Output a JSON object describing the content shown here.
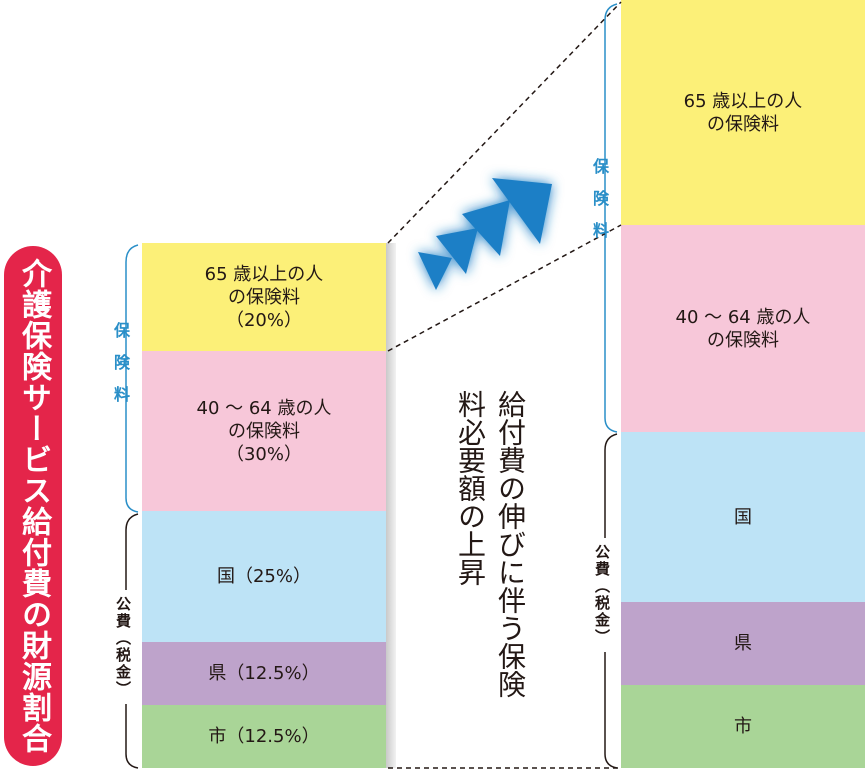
{
  "title": "介護保険サービス給付費の財源割合",
  "center_caption": "給付費の伸びに伴う保険料必要額の上昇",
  "group_labels": {
    "premium": "保険料",
    "public": "公費（税金）"
  },
  "left_blocks": [
    {
      "label": "65 歳以上の人\nの保険料\n（20%）",
      "color": "#fcf078"
    },
    {
      "label": "40 ～ 64 歳の人\nの保険料\n（30%）",
      "color": "#f7c7d9"
    },
    {
      "label": "国（25%）",
      "color": "#bde3f6"
    },
    {
      "label": "県（12.5%）",
      "color": "#bea3cb"
    },
    {
      "label": "市（12.5%）",
      "color": "#a9d597"
    }
  ],
  "right_blocks": [
    {
      "label": "65 歳以上の人\nの保険料",
      "color": "#fcf078"
    },
    {
      "label": "40 ～ 64 歳の人\nの保険料",
      "color": "#f7c7d9"
    },
    {
      "label": "国",
      "color": "#bde3f6"
    },
    {
      "label": "県",
      "color": "#bea3cb"
    },
    {
      "label": "市",
      "color": "#a9d597"
    }
  ],
  "colors": {
    "title_bg": "#e4254a",
    "accent_blue": "#2a8fc8",
    "arrow_blue": "#1f7fc6"
  }
}
